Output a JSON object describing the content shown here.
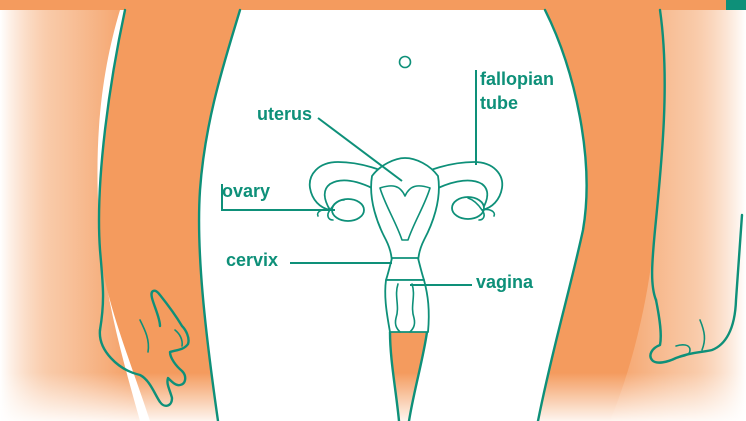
{
  "labels": {
    "uterus": "uterus",
    "fallopian_tube_line1": "fallopian",
    "fallopian_tube_line2": "tube",
    "ovary": "ovary",
    "cervix": "cervix",
    "vagina": "vagina"
  },
  "colors": {
    "skin": "#f49b5e",
    "outline": "#0e9079",
    "label": "#0e9079",
    "background": "#ffffff"
  }
}
